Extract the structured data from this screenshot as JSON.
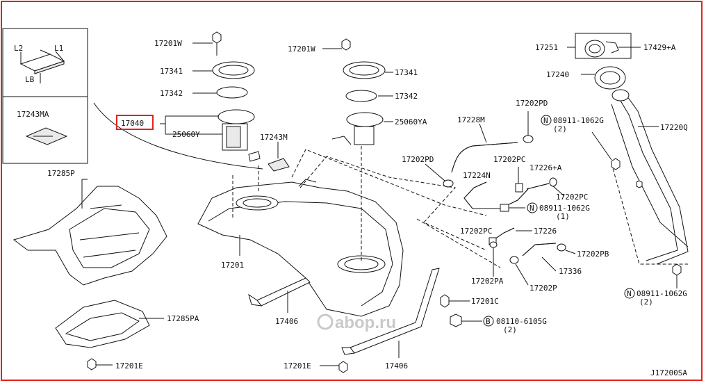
{
  "diagram": {
    "code": "J17200SA",
    "highlight_color": "#e2231a",
    "inset_dims": {
      "l1": "L1",
      "l2": "L2",
      "lb": "LB"
    },
    "inset_part": "17243MA",
    "labels": {
      "p17201W_a": "17201W",
      "p17341_a": "17341",
      "p17342_a": "17342",
      "p17040": "17040",
      "p25060Y": "25060Y",
      "p17243M": "17243M",
      "p17285P": "17285P",
      "p17201": "17201",
      "p17285PA": "17285PA",
      "p17201E_a": "17201E",
      "p17406_a": "17406",
      "p17201E_b": "17201E",
      "p17406_b": "17406",
      "p17201W_b": "17201W",
      "p17341_b": "17341",
      "p17342_b": "17342",
      "p25060YA": "25060YA",
      "p17201C": "17201C",
      "p08110": "08110-6105G",
      "p08110_qty": "(2)",
      "p17228M": "17228M",
      "p17202PD_a": "17202PD",
      "p17202PD_b": "17202PD",
      "p17224N": "17224N",
      "p17202PC_a": "17202PC",
      "p17226A": "17226+A",
      "p17202PC_b": "17202PC",
      "p08911_b": "08911-1062G",
      "p08911_b_qty": "(1)",
      "p17202PC_c": "17202PC",
      "p17226": "17226",
      "p17202PB": "17202PB",
      "p17336": "17336",
      "p17202PA": "17202PA",
      "p17202P": "17202P",
      "p17251": "17251",
      "p17429A": "17429+A",
      "p17240": "17240",
      "p08911_a": "08911-1062G",
      "p08911_a_qty": "(2)",
      "p17220Q": "17220Q",
      "p08911_c": "08911-1062G",
      "p08911_c_qty": "(2)"
    },
    "prefix_N": "N",
    "prefix_B": "B",
    "watermark": "abop.ru"
  }
}
